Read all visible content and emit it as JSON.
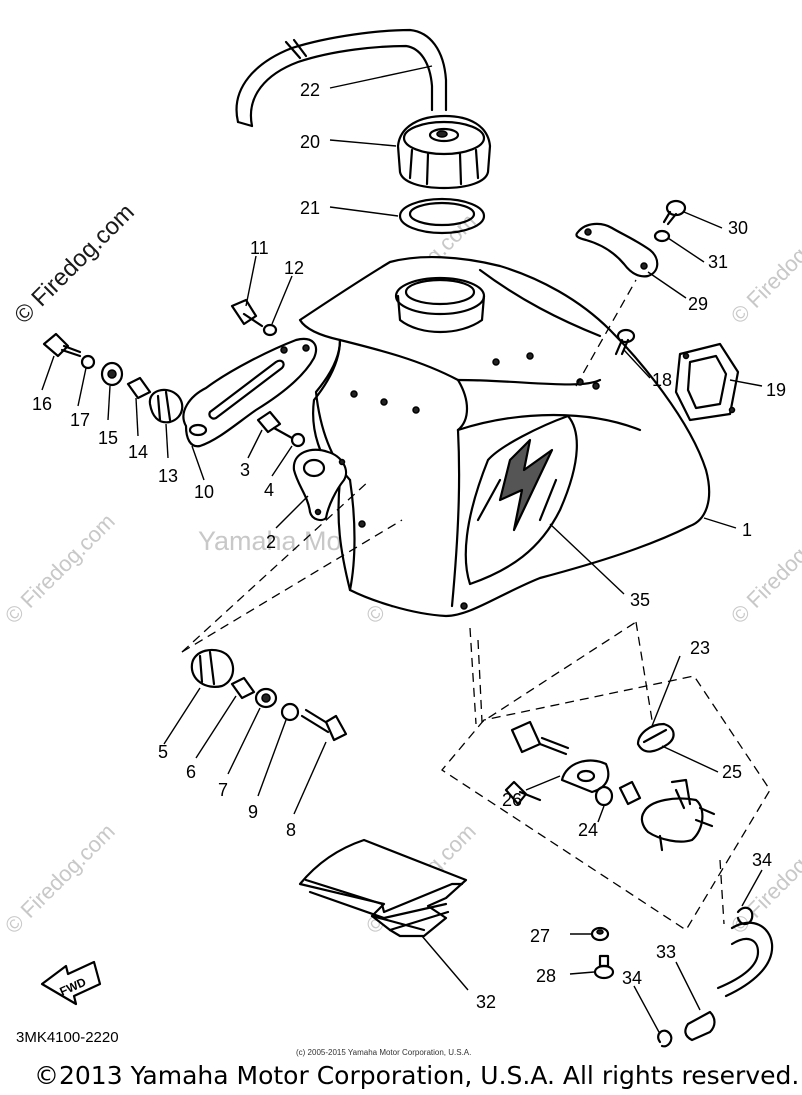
{
  "watermarks": {
    "firedog": "© Firedog.com",
    "center": "Yamaha Motor Corp., U.S.A."
  },
  "diagram_code": "3MK4100-2220",
  "fwd_label": "FWD",
  "credit_small": "(c) 2005-2015 Yamaha Motor Corporation, U.S.A.",
  "copyright": "©2013 Yamaha Motor Corporation, U.S.A. All rights reserved.",
  "callouts": {
    "c1": "1",
    "c2": "2",
    "c3": "3",
    "c4": "4",
    "c5": "5",
    "c6": "6",
    "c7": "7",
    "c8": "8",
    "c9": "9",
    "c10": "10",
    "c11": "11",
    "c12": "12",
    "c13": "13",
    "c14": "14",
    "c15": "15",
    "c16": "16",
    "c17": "17",
    "c18": "18",
    "c19": "19",
    "c20": "20",
    "c21": "21",
    "c22": "22",
    "c23": "23",
    "c24": "24",
    "c25": "25",
    "c26": "26",
    "c27": "27",
    "c28": "28",
    "c29": "29",
    "c30": "30",
    "c31": "31",
    "c32": "32",
    "c33": "33",
    "c34a": "34",
    "c34b": "34",
    "c35": "35"
  }
}
